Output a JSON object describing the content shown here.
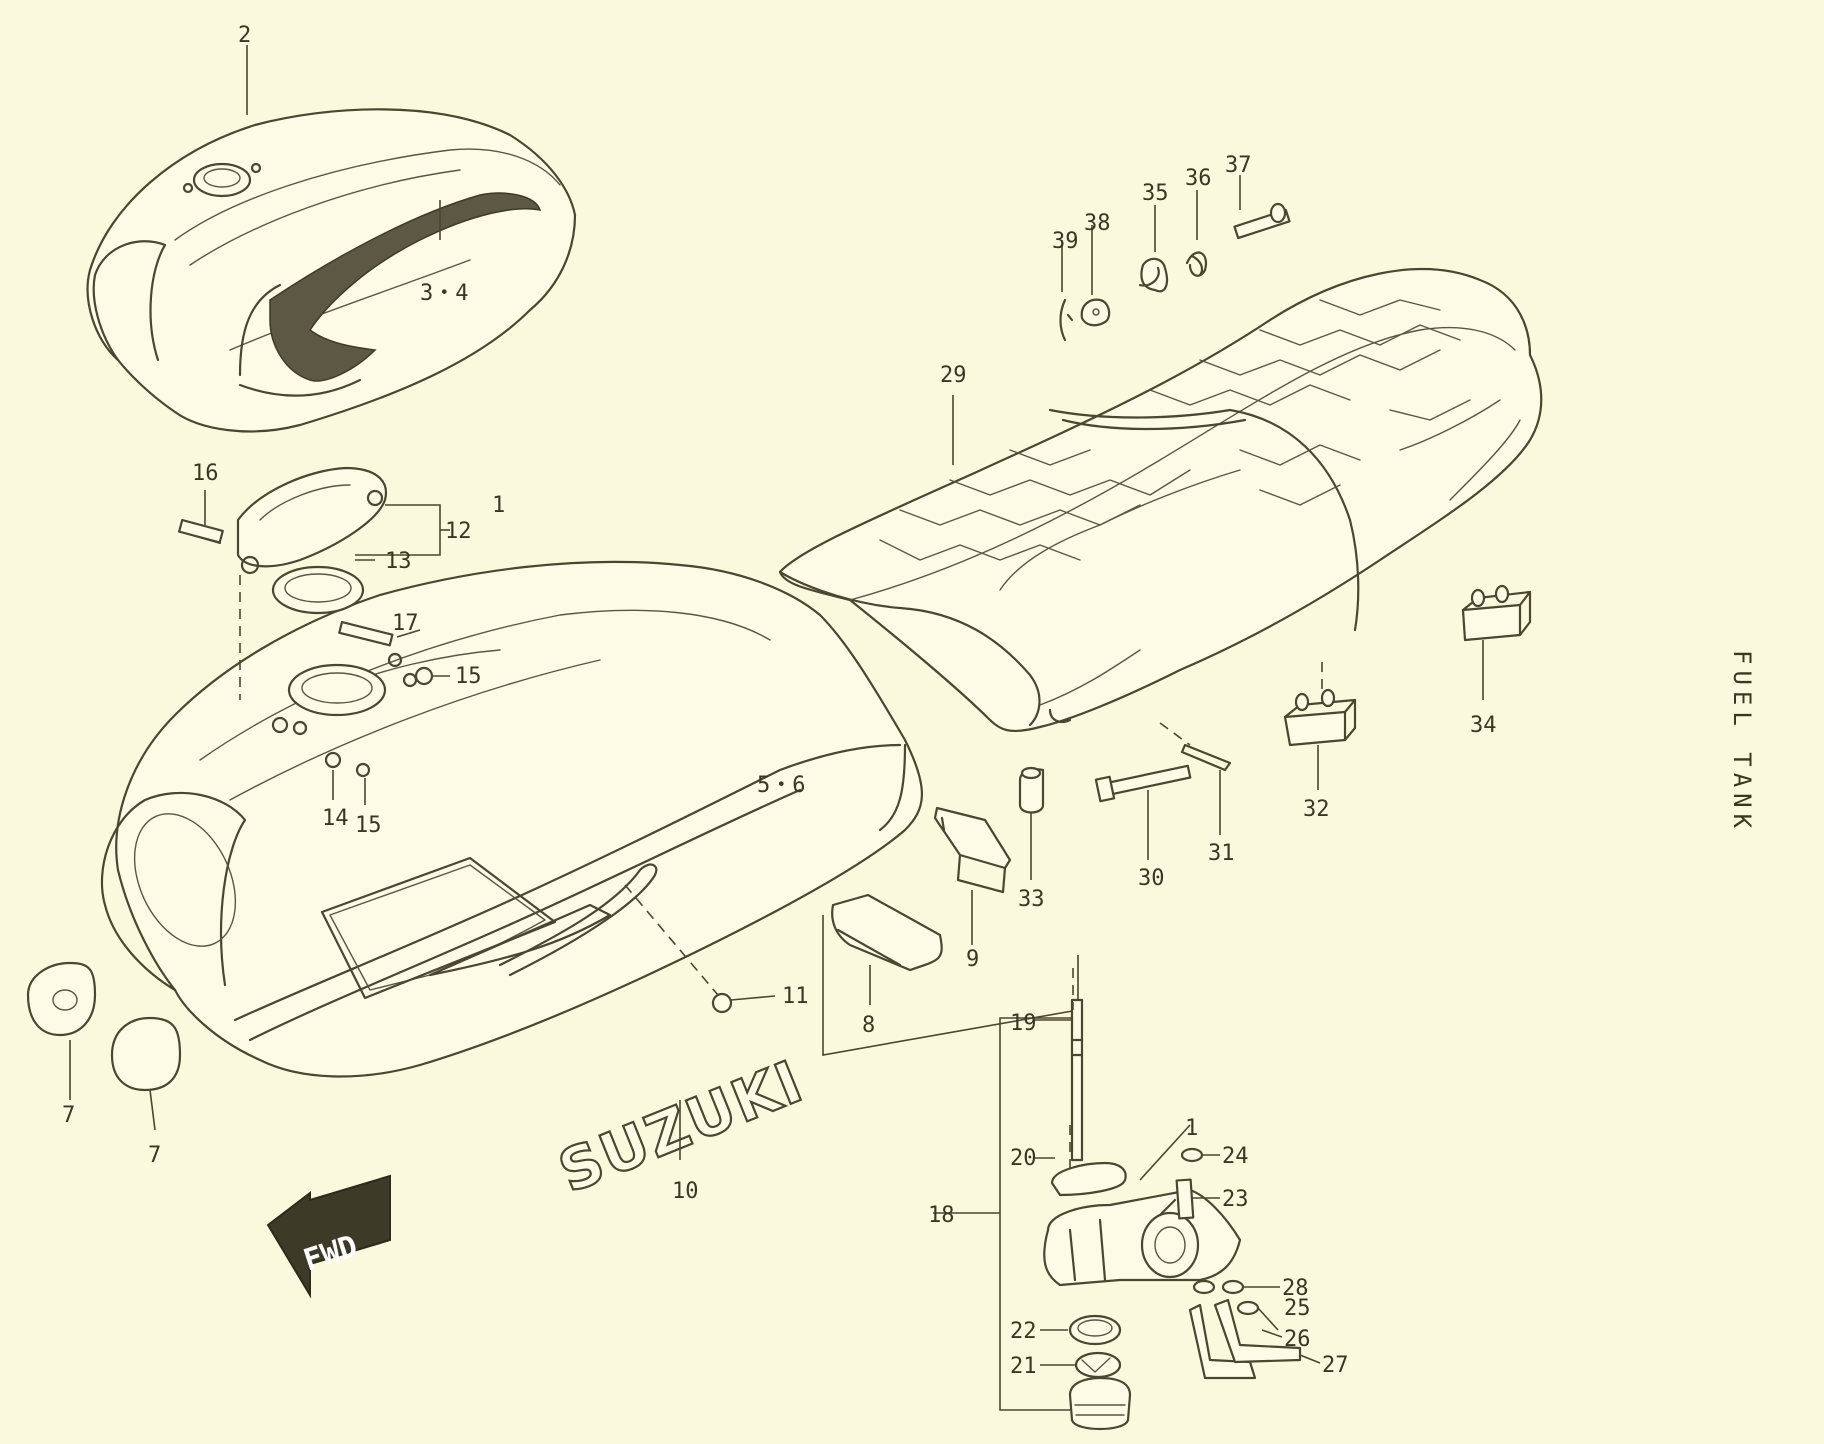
{
  "side_title": "FUEL TANK",
  "fwd_label": "FWD",
  "logo_text": "SUZUKI",
  "callouts": {
    "c1": "1",
    "c1b": "1",
    "c2": "2",
    "c3_4": "3・4",
    "c5_6": "5・6",
    "c7a": "7",
    "c7b": "7",
    "c8": "8",
    "c9": "9",
    "c10": "10",
    "c11": "11",
    "c12": "12",
    "c13": "13",
    "c14": "14",
    "c15a": "15",
    "c15b": "15",
    "c16": "16",
    "c17": "17",
    "c18": "18",
    "c19": "19",
    "c20": "20",
    "c21": "21",
    "c22": "22",
    "c23": "23",
    "c24": "24",
    "c25": "25",
    "c26": "26",
    "c27": "27",
    "c28": "28",
    "c29": "29",
    "c30": "30",
    "c31": "31",
    "c32": "32",
    "c33": "33",
    "c34": "34",
    "c35": "35",
    "c36": "36",
    "c37": "37",
    "c38": "38",
    "c39": "39"
  },
  "colors": {
    "paper": "#fbf9dd",
    "ink": "#4a4630",
    "stripe": "#5c5843"
  }
}
